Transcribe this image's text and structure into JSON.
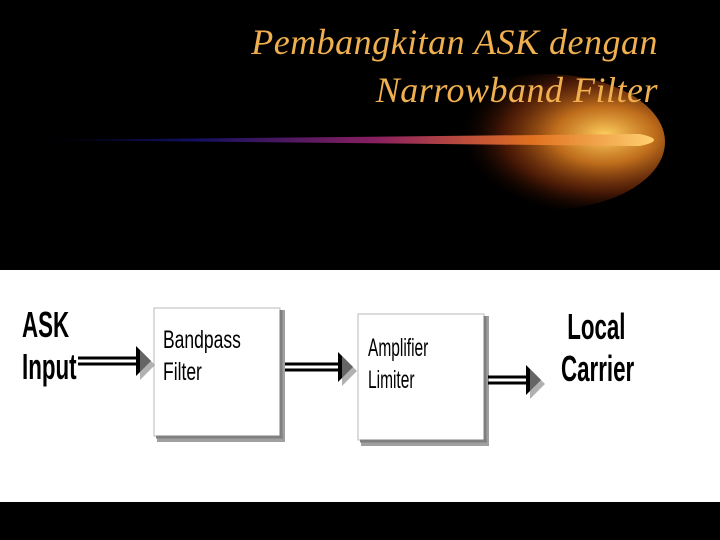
{
  "slide": {
    "title_line1": "Pembangkitan ASK dengan",
    "title_line2": "Narrowband Filter"
  },
  "diagram": {
    "input_label_line1": "ASK",
    "input_label_line2": "Input",
    "block1_line1": "Bandpass",
    "block1_line2": "Filter",
    "block2_line1": "Amplifier",
    "block2_line2": "Limiter",
    "output_label_line1": "Local",
    "output_label_line2": "Carrier"
  },
  "colors": {
    "title": "#f0b050",
    "background": "#000000",
    "panel": "#ffffff",
    "rule_start": "#101060",
    "rule_mid": "#8a2060",
    "rule_end": "#ffb030"
  }
}
